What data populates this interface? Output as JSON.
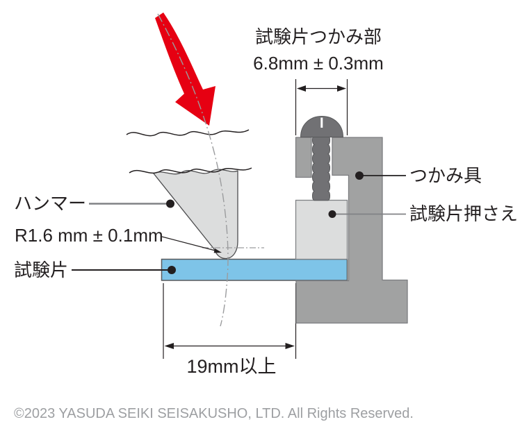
{
  "diagram": {
    "top_dimension": {
      "label": "試験片つかみ部",
      "value": "6.8mm ± 0.3mm"
    },
    "labels": {
      "hammer": "ハンマー",
      "tip_radius": "R1.6 mm ± 0.1mm",
      "specimen": "試験片",
      "grip_fixture": "つかみ具",
      "specimen_presser": "試験片押さえ"
    },
    "bottom_dimension": {
      "value": "19mm以上"
    },
    "footer": {
      "copyright": "©2023 YASUDA SEIKI SEISAKUSHO, LTD. All Rights Reserved."
    },
    "colors": {
      "impact_arrow_red": "#e60012",
      "specimen_blue": "#7ec4e8",
      "light_gray": "#dcdddd",
      "medium_gray": "#a1a2a2",
      "dark_gray": "#717174",
      "text_black": "#231f20",
      "footer_gray": "#9d9fa2"
    }
  }
}
